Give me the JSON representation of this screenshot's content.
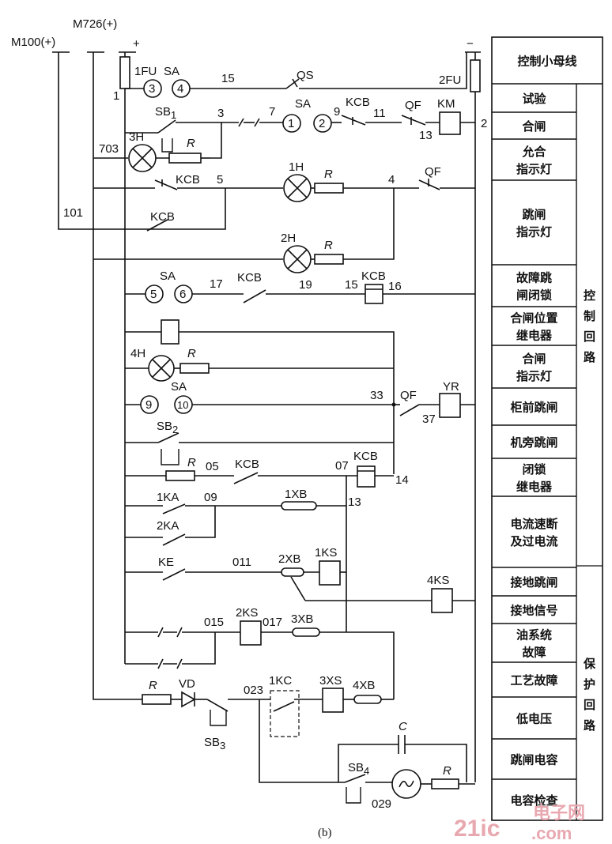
{
  "supply": {
    "m100": "M100(+)",
    "m726": "M726(+)",
    "plus": "+",
    "minus": "−",
    "fu1": "1FU",
    "fu2": "2FU"
  },
  "labels": {
    "sa": "SA",
    "qs": "QS",
    "kcb": "KCB",
    "qf": "QF",
    "km": "KM",
    "r": "R",
    "sb1": "SB",
    "sb1_sub": "1",
    "sb2": "SB",
    "sb2_sub": "2",
    "sb3": "SB",
    "sb3_sub": "3",
    "sb4": "SB",
    "sb4_sub": "4",
    "lamp_1h": "1H",
    "lamp_2h": "2H",
    "lamp_3h": "3H",
    "lamp_4h": "4H",
    "yr": "YR",
    "ka1": "1KA",
    "ka2": "2KA",
    "ke": "KE",
    "xb1": "1XB",
    "xb2": "2XB",
    "xb3": "3XB",
    "xb4": "4XB",
    "ks1": "1KS",
    "ks2": "2KS",
    "ks4": "4KS",
    "kc1": "1KC",
    "xs3": "3XS",
    "vd": "VD",
    "c": "C",
    "caption": "(b)"
  },
  "terminals": {
    "sa3": "3",
    "sa4": "4",
    "sa1": "1",
    "sa2": "2",
    "sa5": "5",
    "sa6": "6",
    "sa9": "9",
    "sa10": "10"
  },
  "nodes": {
    "n1": "1",
    "n15": "15",
    "n3": "3",
    "n7": "7",
    "n9": "9",
    "n11": "11",
    "n13": "13",
    "n2": "2",
    "n703": "703",
    "n5": "5",
    "n4": "4",
    "n101": "101",
    "n17": "17",
    "n19": "19",
    "n15b": "15",
    "n16": "16",
    "n33": "33",
    "n37": "37",
    "n05": "05",
    "n07": "07",
    "n14": "14",
    "n09": "09",
    "n13b": "13",
    "n011": "011",
    "n015": "015",
    "n017": "017",
    "n023": "023",
    "n029": "029"
  },
  "legend": {
    "rows": [
      "控制小母线",
      "试验",
      "合闸",
      "允合\n指示灯",
      "跳闸\n指示灯",
      "故障跳\n闸闭锁",
      "合闸位置\n继电器",
      "合闸\n指示灯",
      "柜前跳闸",
      "机旁跳闸",
      "闭锁\n继电器",
      "电流速断\n及过电流",
      "接地跳闸",
      "接地信号",
      "油系统\n故障",
      "工艺故障",
      "低电压",
      "跳闸电容",
      "电容检查"
    ],
    "group_control": "控\n制\n回\n路",
    "group_protect": "保\n护\n回\n路"
  },
  "watermark": {
    "brand": "21ic",
    "cn": "电子网",
    "domain": ".com"
  }
}
